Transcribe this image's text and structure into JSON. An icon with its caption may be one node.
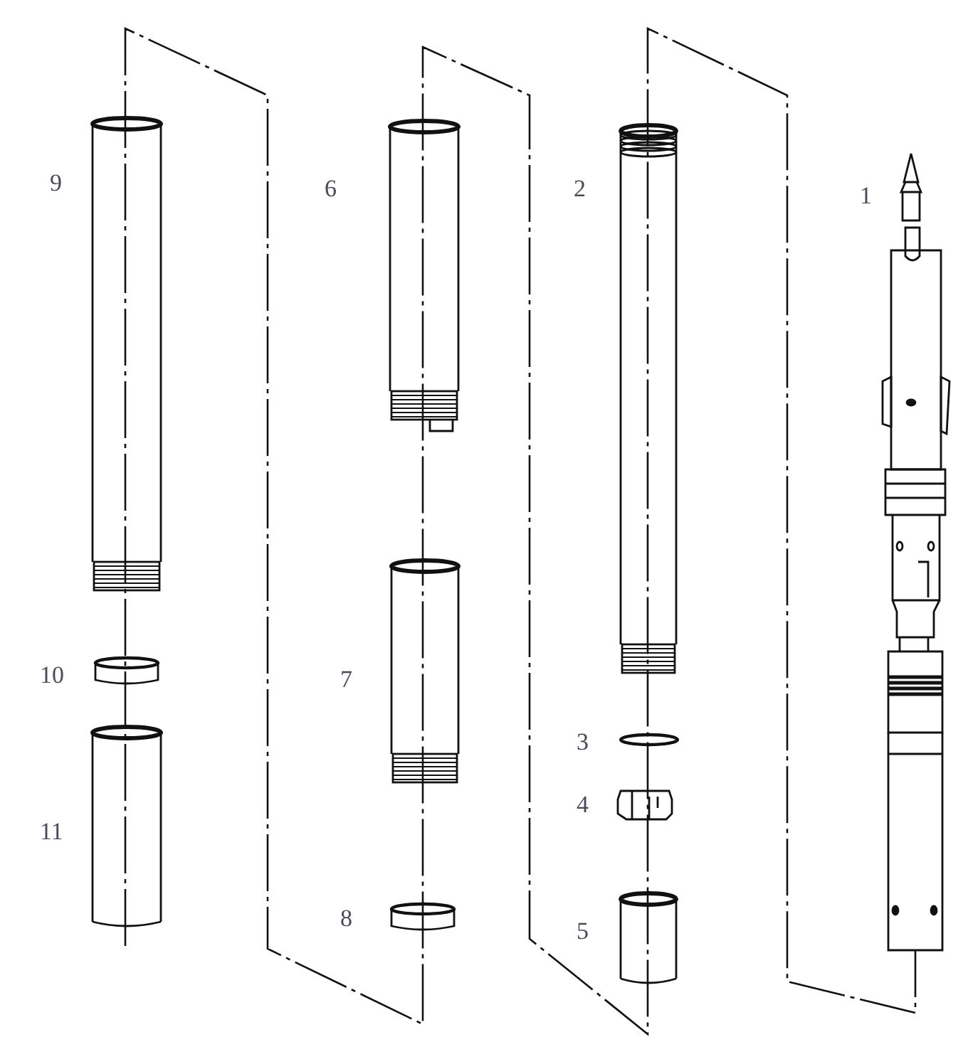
{
  "diagram": {
    "labels": [
      "9",
      "6",
      "2",
      "1",
      "10",
      "7",
      "3",
      "4",
      "11",
      "8",
      "5"
    ]
  }
}
